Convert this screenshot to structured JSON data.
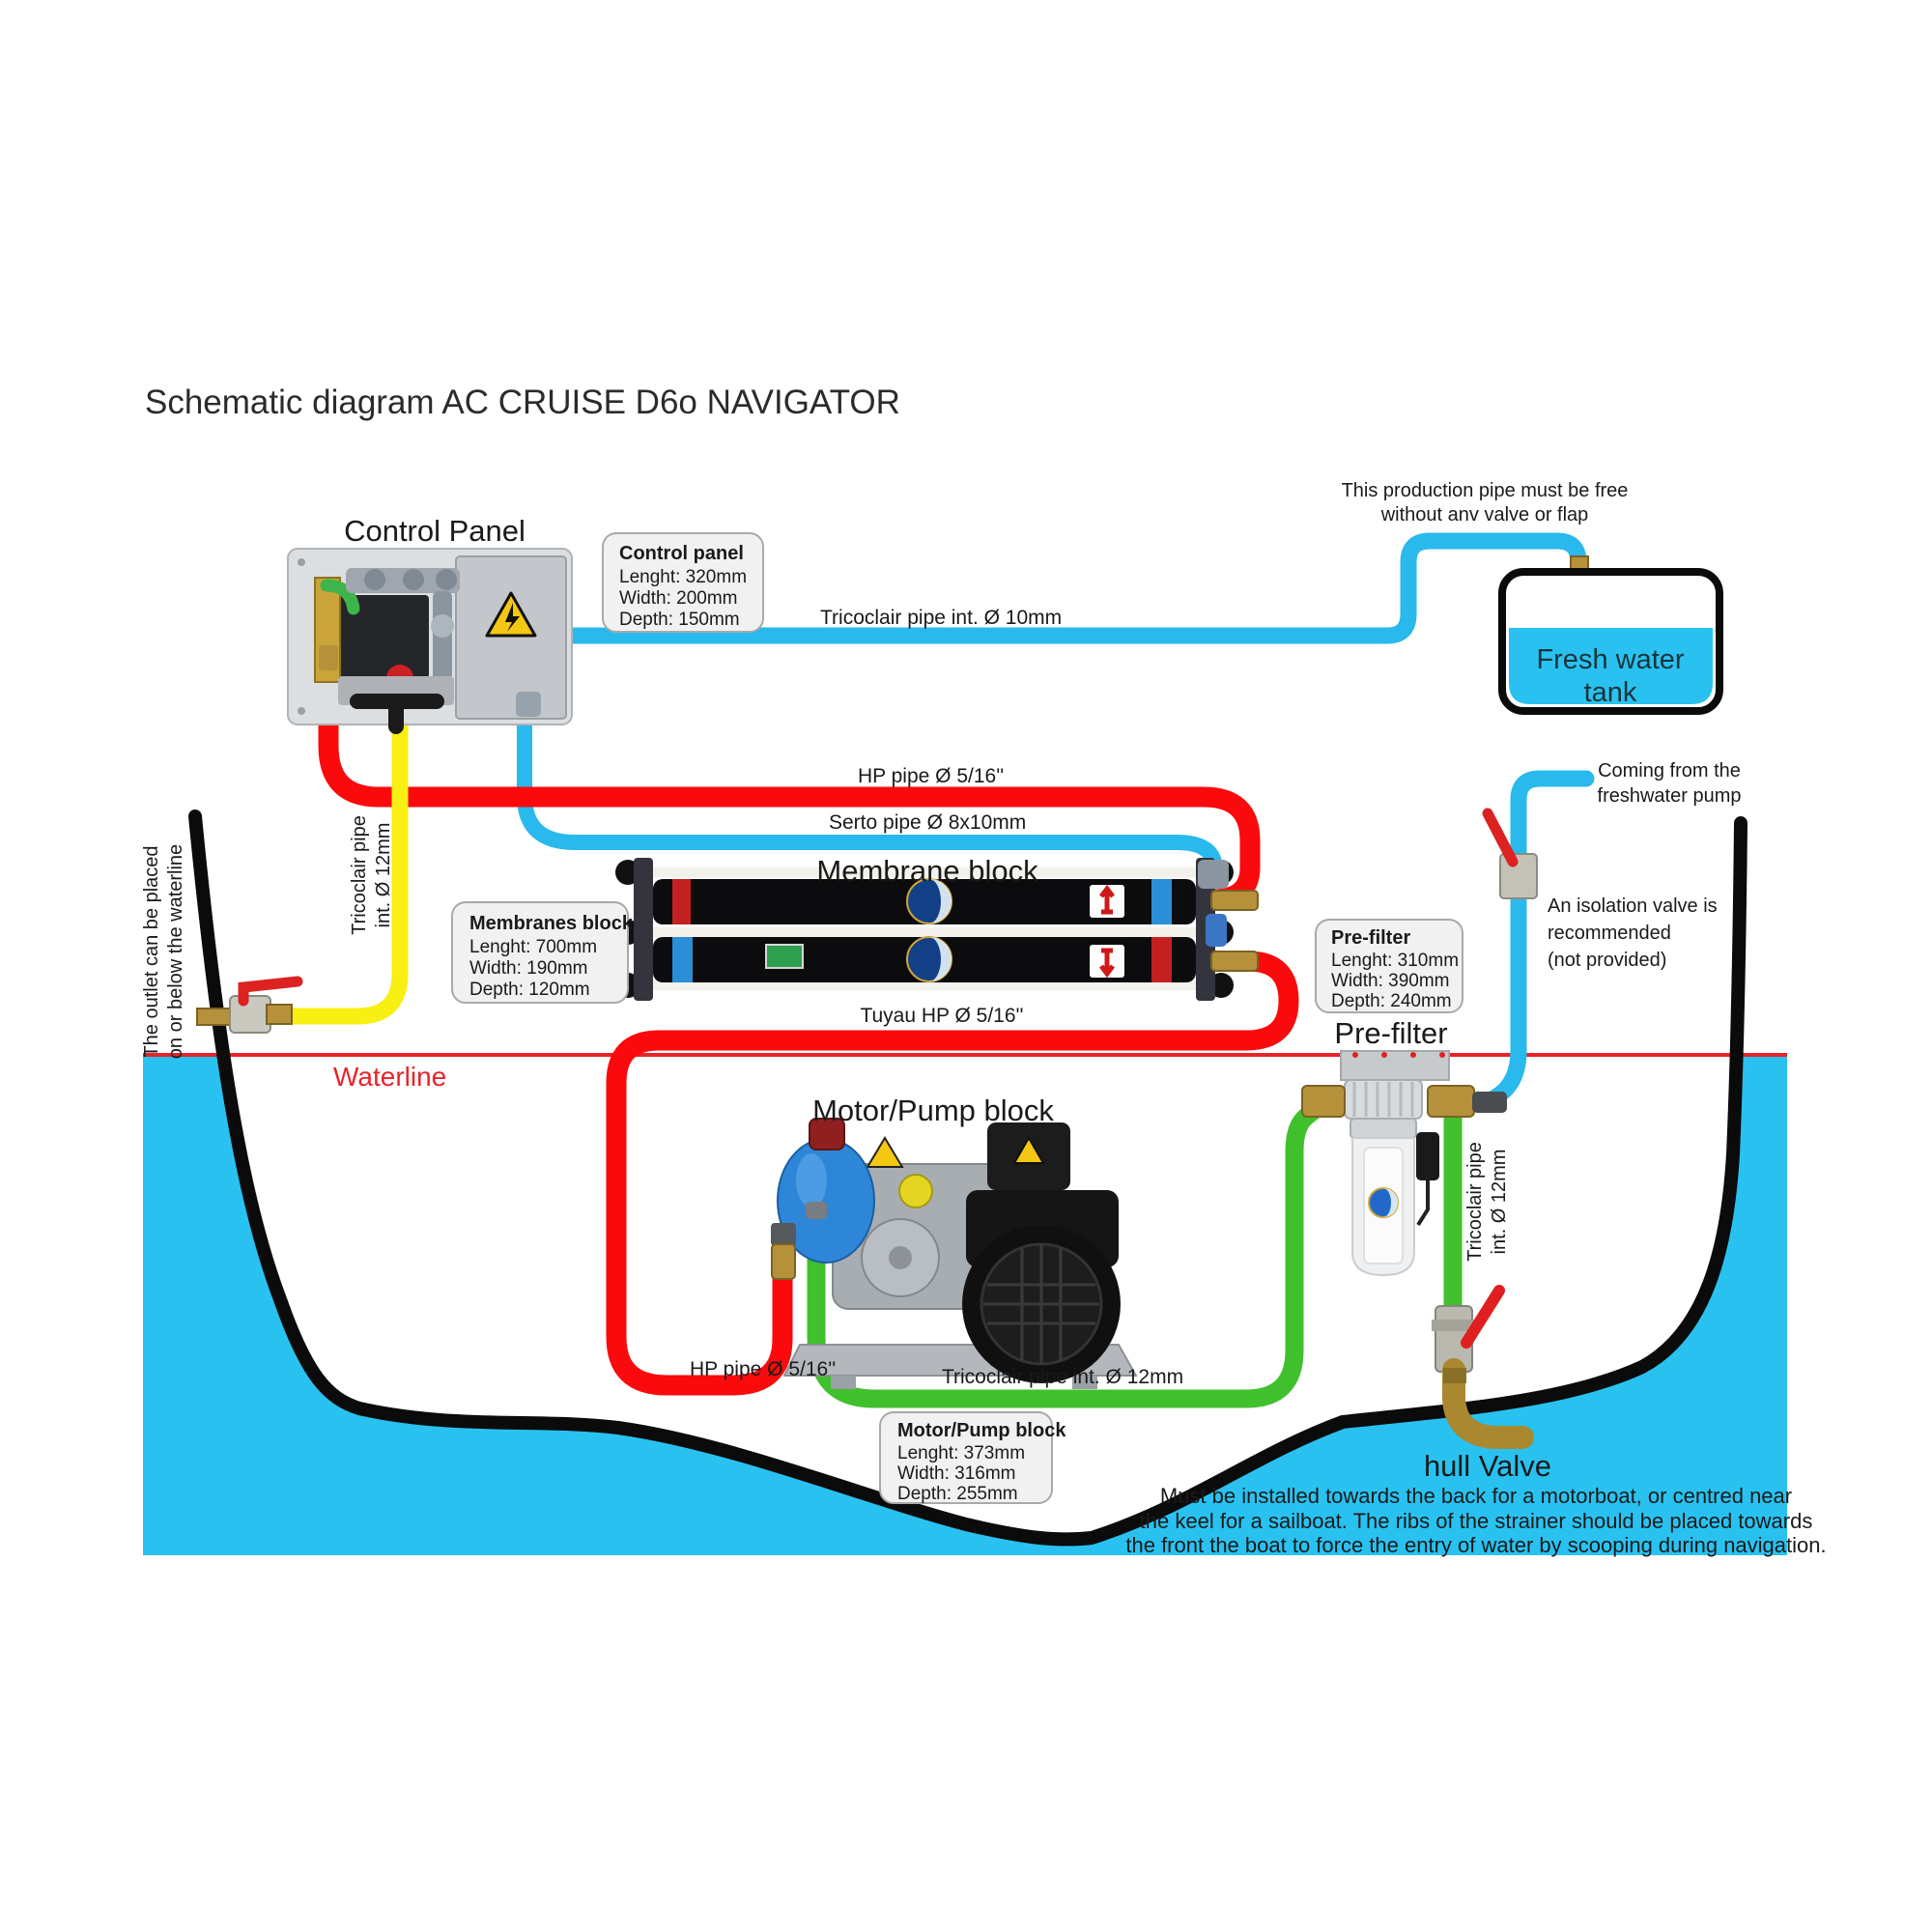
{
  "page": {
    "title": "Schematic diagram AC CRUISE D6o NAVIGATOR"
  },
  "colors": {
    "water": "#29c2f0",
    "pipe_cyan": "#29b9ec",
    "pipe_red": "#fa0a0c",
    "pipe_green": "#40c02c",
    "pipe_yellow": "#f8ef13",
    "waterline_red": "#e8232a",
    "hull_black": "#0b0b0b",
    "spec_box_bg": "#f1f1f1"
  },
  "control_panel": {
    "heading": "Control Panel",
    "spec": {
      "title": "Control panel",
      "length": "Lenght: 320mm",
      "width": "Width: 200mm",
      "depth": "Depth: 150mm"
    }
  },
  "fresh_water_tank": {
    "label_line1": "Fresh water",
    "label_line2": "tank",
    "note_line1": "This production pipe must be free",
    "note_line2": "without anv valve or flap"
  },
  "membrane": {
    "heading": "Membrane block",
    "spec": {
      "title": "Membranes block",
      "length": "Lenght: 700mm",
      "width": "Width: 190mm",
      "depth": "Depth: 120mm"
    }
  },
  "prefilter": {
    "heading": "Pre-filter",
    "spec": {
      "title": "Pre-filter",
      "length": "Lenght: 310mm",
      "width": "Width: 390mm",
      "depth": "Depth: 240mm"
    }
  },
  "motor_pump": {
    "heading": "Motor/Pump block",
    "spec": {
      "title": "Motor/Pump block",
      "length": "Lenght: 373mm",
      "width": "Width: 316mm",
      "depth": "Depth: 255mm"
    }
  },
  "pipes": {
    "production_label": "Tricoclair pipe int. Ø 10mm",
    "hp_top_label": "HP pipe Ø 5/16''",
    "serto_label": "Serto pipe Ø 8x10mm",
    "tuyau_label": "Tuyau HP Ø 5/16''",
    "hp_bottom_label": "HP pipe Ø 5/16''",
    "tricoclair12_bottom_label": "Tricoclair pipe int. Ø 12mm",
    "tricoclair12_left": {
      "line1": "Tricoclair pipe",
      "line2": "int. Ø 12mm"
    },
    "tricoclair12_right": {
      "line1": "Tricoclair pipe",
      "line2": "int. Ø 12mm"
    }
  },
  "waterline": {
    "label": "Waterline"
  },
  "outlet_note": {
    "line1": "The outlet can be placed",
    "line2": "on or below the waterline"
  },
  "freshwater_note": {
    "line1": "Coming from the",
    "line2": "freshwater pump"
  },
  "isolation_note": {
    "line1": "An isolation valve is",
    "line2": "recommended",
    "line3": "(not provided)"
  },
  "hull_valve": {
    "heading": "hull Valve",
    "desc_line1": "Must be installed towards the back for a motorboat, or centred near",
    "desc_line2": "the keel for a sailboat. The ribs of the strainer should be placed towards",
    "desc_line3": "the front the boat to force the entry of water by scooping during navigation."
  }
}
